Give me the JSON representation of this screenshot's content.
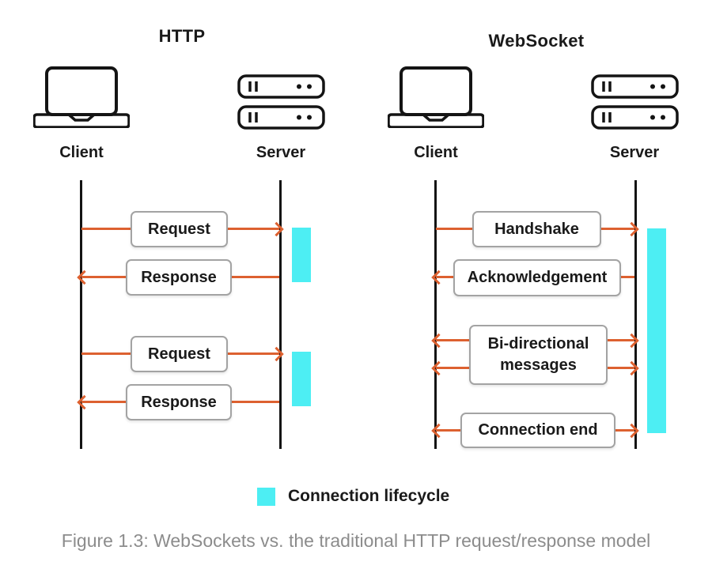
{
  "figure": {
    "caption": "Figure 1.3: WebSockets vs. the traditional HTTP request/response model"
  },
  "legend": {
    "label": "Connection lifecycle",
    "swatch_color": "#4DEEF3"
  },
  "colors": {
    "arrow": "#DD6130",
    "lifecycle": "#4DEEF3",
    "lifeline": "#141414",
    "caption_text": "#8C8C8C"
  },
  "http_panel": {
    "title": "HTTP",
    "client_label": "Client",
    "server_label": "Server",
    "messages": [
      {
        "label": "Request",
        "direction": "client-to-server"
      },
      {
        "label": "Response",
        "direction": "server-to-client"
      },
      {
        "label": "Request",
        "direction": "client-to-server"
      },
      {
        "label": "Response",
        "direction": "server-to-client"
      }
    ]
  },
  "websocket_panel": {
    "title": "WebSocket",
    "client_label": "Client",
    "server_label": "Server",
    "messages": [
      {
        "label": "Handshake",
        "direction": "client-to-server"
      },
      {
        "label": "Acknowledgement",
        "direction": "server-to-client"
      },
      {
        "label": "Bi-directional messages",
        "direction": "bidirectional"
      },
      {
        "label": "Connection end",
        "direction": "bidirectional"
      }
    ]
  }
}
